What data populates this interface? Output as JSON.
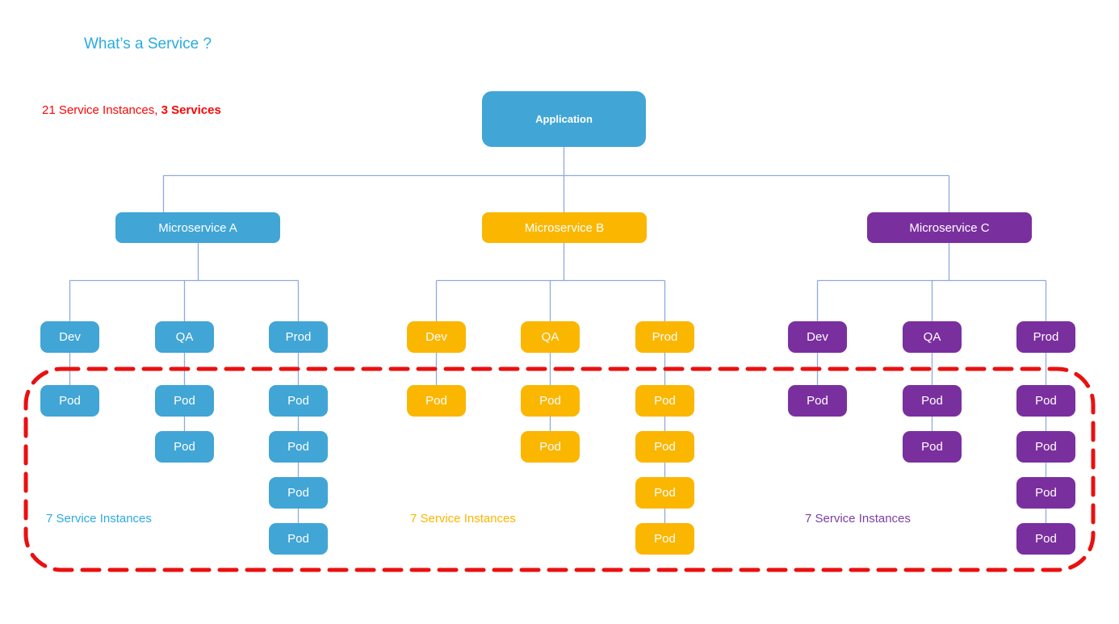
{
  "header": {
    "title": "What’s a Service ?"
  },
  "summary": {
    "regular": "21 Service Instances, ",
    "bold": "3 Services"
  },
  "application": {
    "label": "Application"
  },
  "pod_label": "Pod",
  "groups": [
    {
      "name": "Microservice A",
      "color": "#41A5D6",
      "note": "7 Service Instances",
      "environments": [
        {
          "label": "Dev",
          "pod_count": 1
        },
        {
          "label": "QA",
          "pod_count": 2
        },
        {
          "label": "Prod",
          "pod_count": 4
        }
      ]
    },
    {
      "name": "Microservice B",
      "color": "#FBB600",
      "note": "7 Service Instances",
      "environments": [
        {
          "label": "Dev",
          "pod_count": 1
        },
        {
          "label": "QA",
          "pod_count": 2
        },
        {
          "label": "Prod",
          "pod_count": 4
        }
      ]
    },
    {
      "name": "Microservice C",
      "color": "#7A2F9F",
      "note": "7 Service Instances",
      "environments": [
        {
          "label": "Dev",
          "pod_count": 1
        },
        {
          "label": "QA",
          "pod_count": 2
        },
        {
          "label": "Prod",
          "pod_count": 4
        }
      ]
    }
  ],
  "colors": {
    "title": "#29ABE2",
    "summary_text": "#FB0505",
    "connector_line": "#8FAADC",
    "dashed_outline": "#EA1010",
    "service_a": "#41A5D6",
    "service_b": "#FBB600",
    "service_c": "#7A2F9F"
  }
}
